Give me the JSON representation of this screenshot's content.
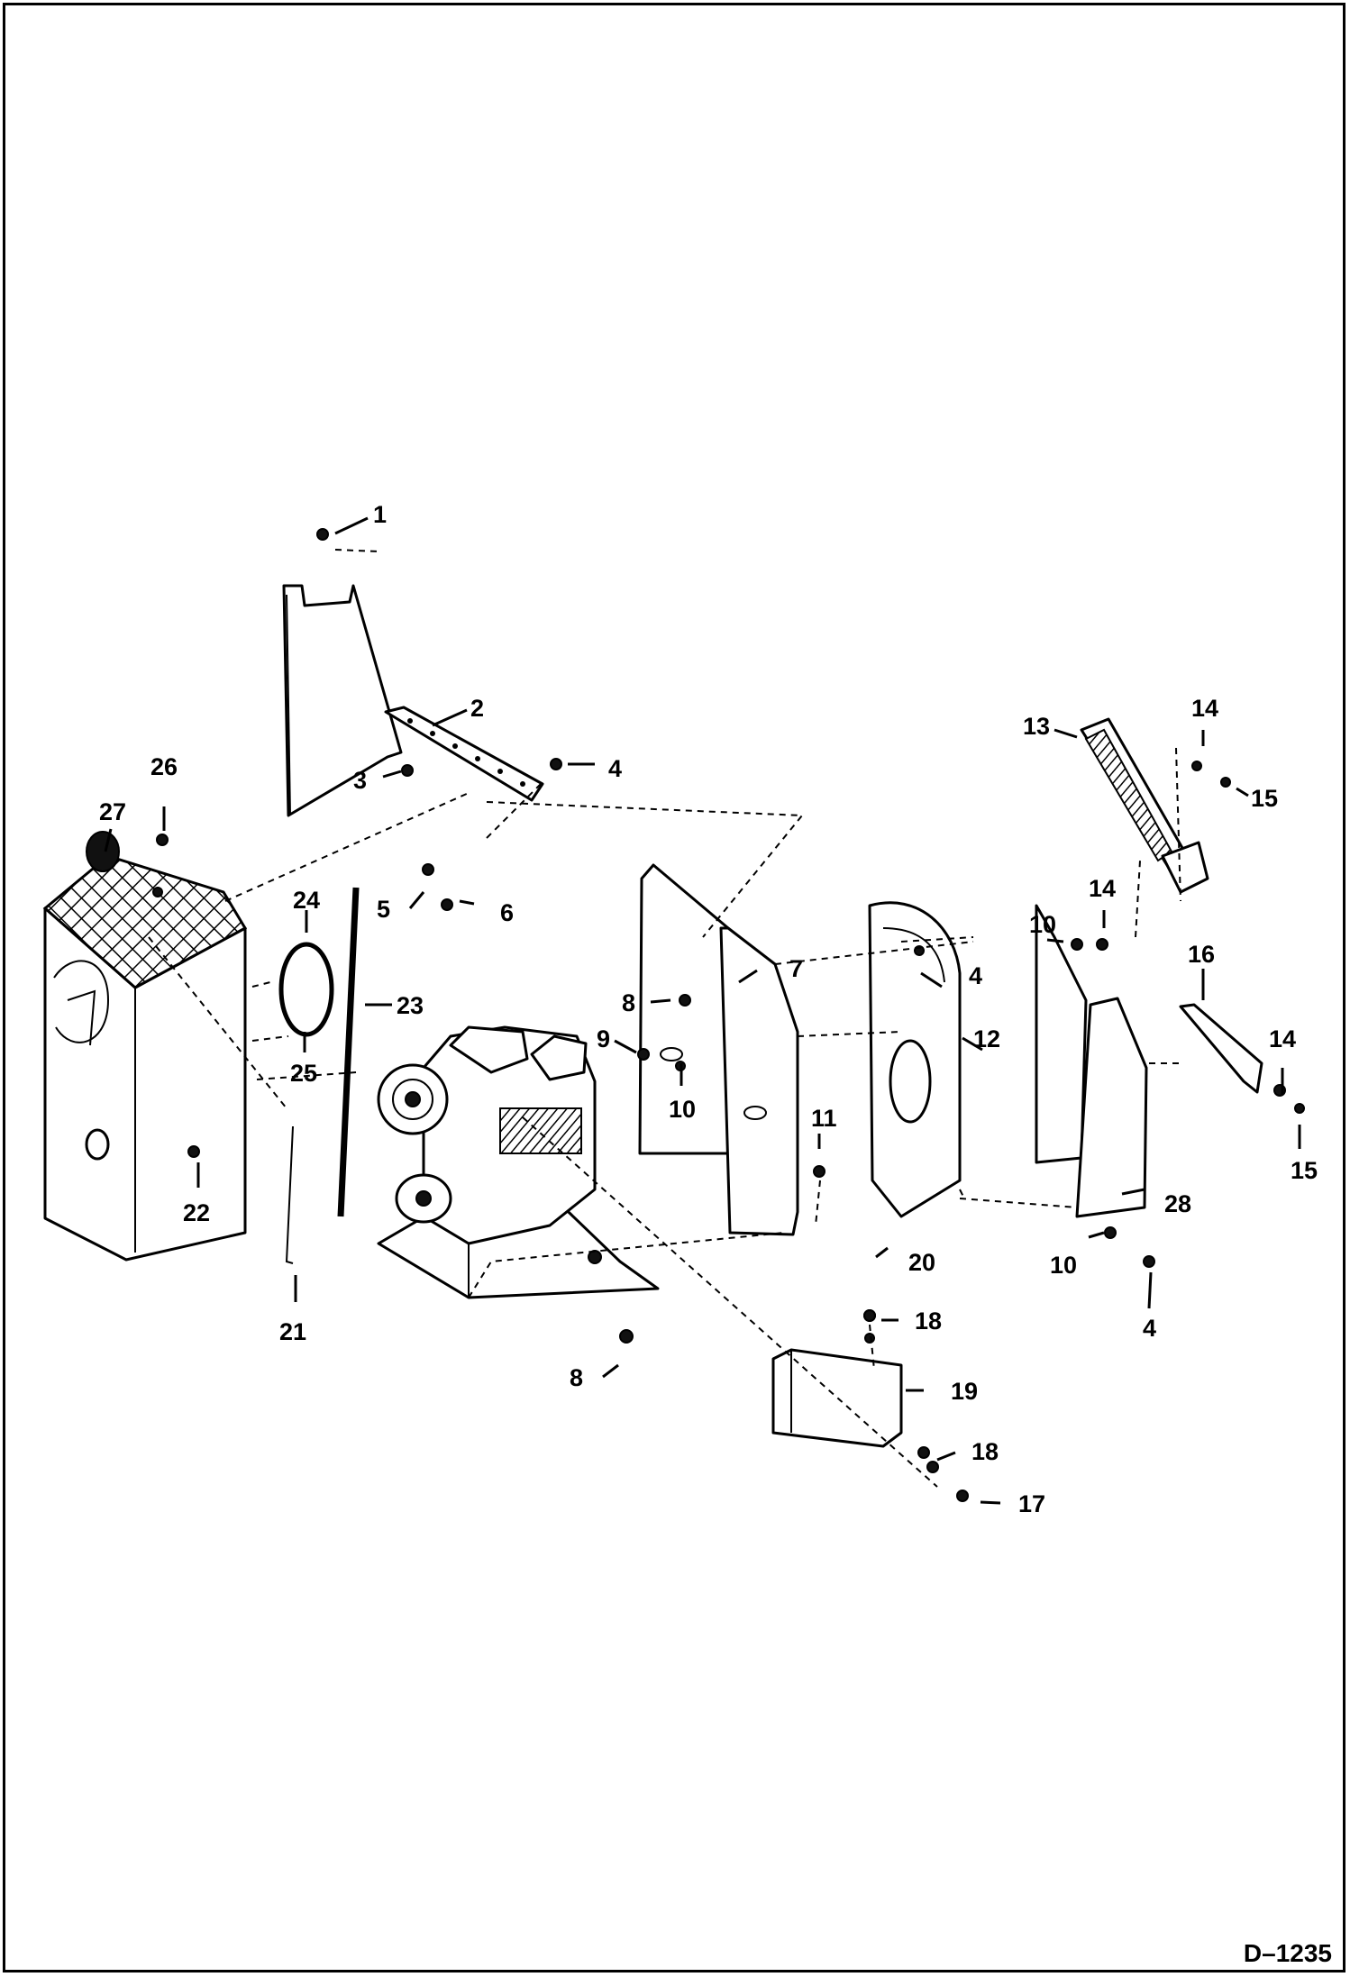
{
  "drawing_id": "D–1235",
  "callouts": {
    "c1": "1",
    "c2": "2",
    "c3": "3",
    "c4a": "4",
    "c4b": "4",
    "c4c": "4",
    "c5": "5",
    "c6": "6",
    "c7": "7",
    "c8a": "8",
    "c8b": "8",
    "c9": "9",
    "c10a": "10",
    "c10b": "10",
    "c10c": "10",
    "c11": "11",
    "c12": "12",
    "c13": "13",
    "c14a": "14",
    "c14b": "14",
    "c14c": "14",
    "c15a": "15",
    "c15b": "15",
    "c16": "16",
    "c17": "17",
    "c18a": "18",
    "c18b": "18",
    "c19": "19",
    "c20": "20",
    "c21": "21",
    "c22": "22",
    "c23": "23",
    "c24": "24",
    "c25": "25",
    "c26": "26",
    "c27": "27",
    "c28": "28"
  }
}
